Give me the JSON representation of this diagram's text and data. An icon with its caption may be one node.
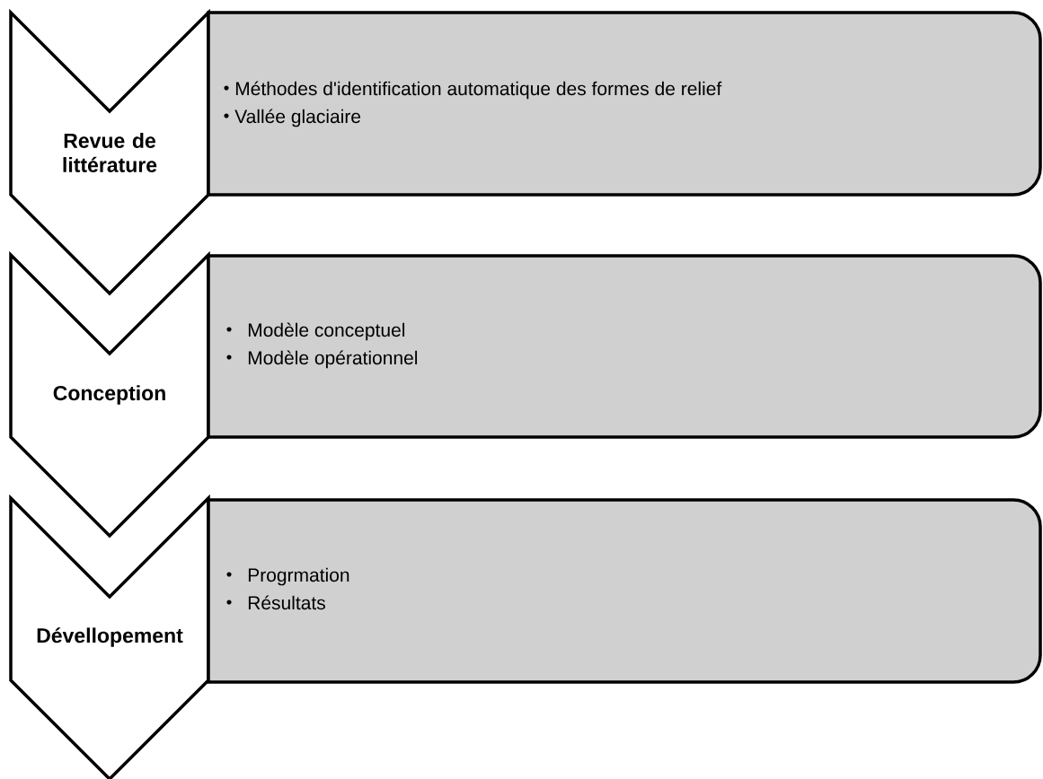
{
  "diagram": {
    "nodes": [
      {
        "text": [
          "Revue de littérature"
        ]
      },
      {
        "text": [
          "Méthodes d'identification automatique des formes de relief",
          "Vallée glaciaire"
        ]
      },
      {
        "text": [
          "Conception"
        ]
      },
      {
        "text": [
          "Modèle conceptuel",
          "Modèle opérationnel"
        ]
      },
      {
        "text": [
          "Dévellopement"
        ]
      },
      {
        "text": [
          "Progrmation",
          "Résultats"
        ]
      }
    ]
  }
}
